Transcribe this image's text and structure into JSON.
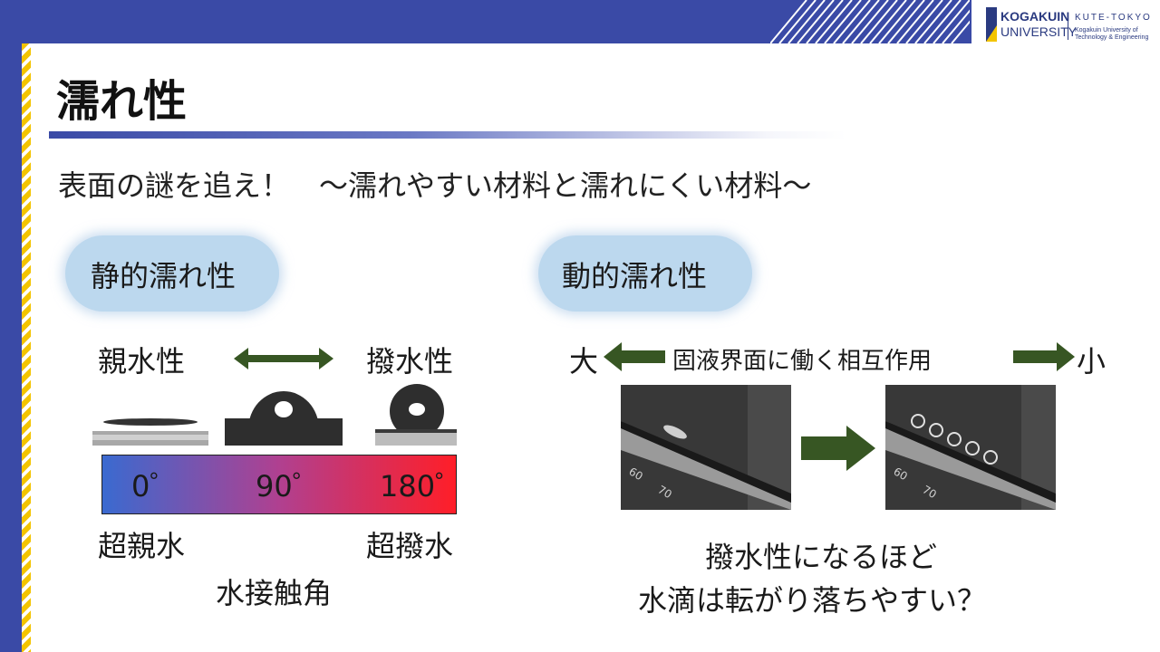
{
  "header": {
    "logo": {
      "name_line1": "KOGAKUIN",
      "name_line2": "UNIVERSITY",
      "tagline": "KUTE-TOKYO",
      "subline1": "Kogakuin University of",
      "subline2": "Technology & Engineering"
    }
  },
  "title": "濡れ性",
  "subtitle": "表面の謎を追え！　～濡れやすい材料と濡れにくい材料～",
  "static": {
    "heading": "静的濡れ性",
    "hydrophilic": "親水性",
    "hydrophobic": "撥水性",
    "deg_0": "0゜",
    "deg_90": "90゜",
    "deg_180": "180゜",
    "super_hydrophilic": "超親水",
    "super_hydrophobic": "超撥水",
    "contact_angle": "水接触角"
  },
  "dynamic": {
    "heading": "動的濡れ性",
    "large": "大",
    "interaction": "固液界面に働く相互作用",
    "small": "小",
    "conclusion_line1": "撥水性になるほど",
    "conclusion_line2": "水滴は転がり落ちやすい？"
  },
  "colors": {
    "primary_blue": "#3a4aa6",
    "arrow_green": "#375623",
    "pill_blue": "#bcd8ee",
    "stripe_yellow": "#f3c400",
    "gradient_start": "#3a6ad0",
    "gradient_end": "#ff1e28"
  }
}
